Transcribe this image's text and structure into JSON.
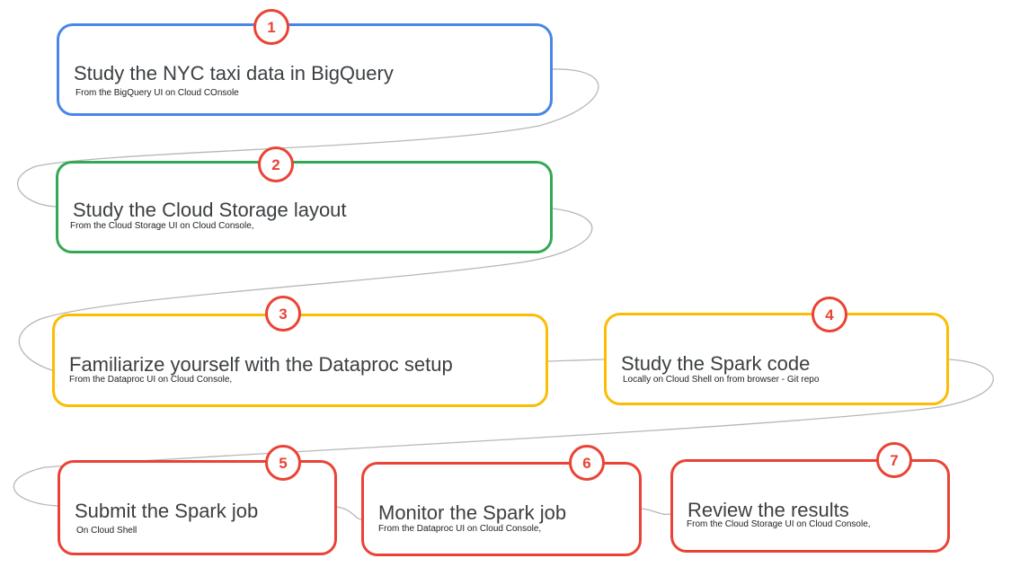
{
  "colors": {
    "blue": "#4a86e8",
    "green": "#34a853",
    "yellow": "#fbbc04",
    "red": "#ea4335",
    "connector": "#b7b7b7"
  },
  "steps": [
    {
      "number": "1",
      "title": "Study the NYC taxi data in BigQuery",
      "subtitle": "From the BigQuery UI on Cloud COnsole",
      "color": "blue"
    },
    {
      "number": "2",
      "title": "Study the Cloud Storage layout",
      "subtitle": "From the Cloud Storage UI on Cloud Console,",
      "color": "green"
    },
    {
      "number": "3",
      "title": "Familiarize yourself with the Dataproc setup",
      "subtitle": "From the Dataproc UI on Cloud Console,",
      "color": "yellow"
    },
    {
      "number": "4",
      "title": "Study the Spark code",
      "subtitle": "Locally on Cloud Shell on from browser - Git repo",
      "color": "yellow"
    },
    {
      "number": "5",
      "title": "Submit the Spark job",
      "subtitle": "On Cloud Shell",
      "color": "red"
    },
    {
      "number": "6",
      "title": "Monitor the Spark job",
      "subtitle": "From the Dataproc UI on Cloud Console,",
      "color": "red"
    },
    {
      "number": "7",
      "title": "Review the results",
      "subtitle": "From the Cloud Storage UI on Cloud Console,",
      "color": "red"
    }
  ]
}
